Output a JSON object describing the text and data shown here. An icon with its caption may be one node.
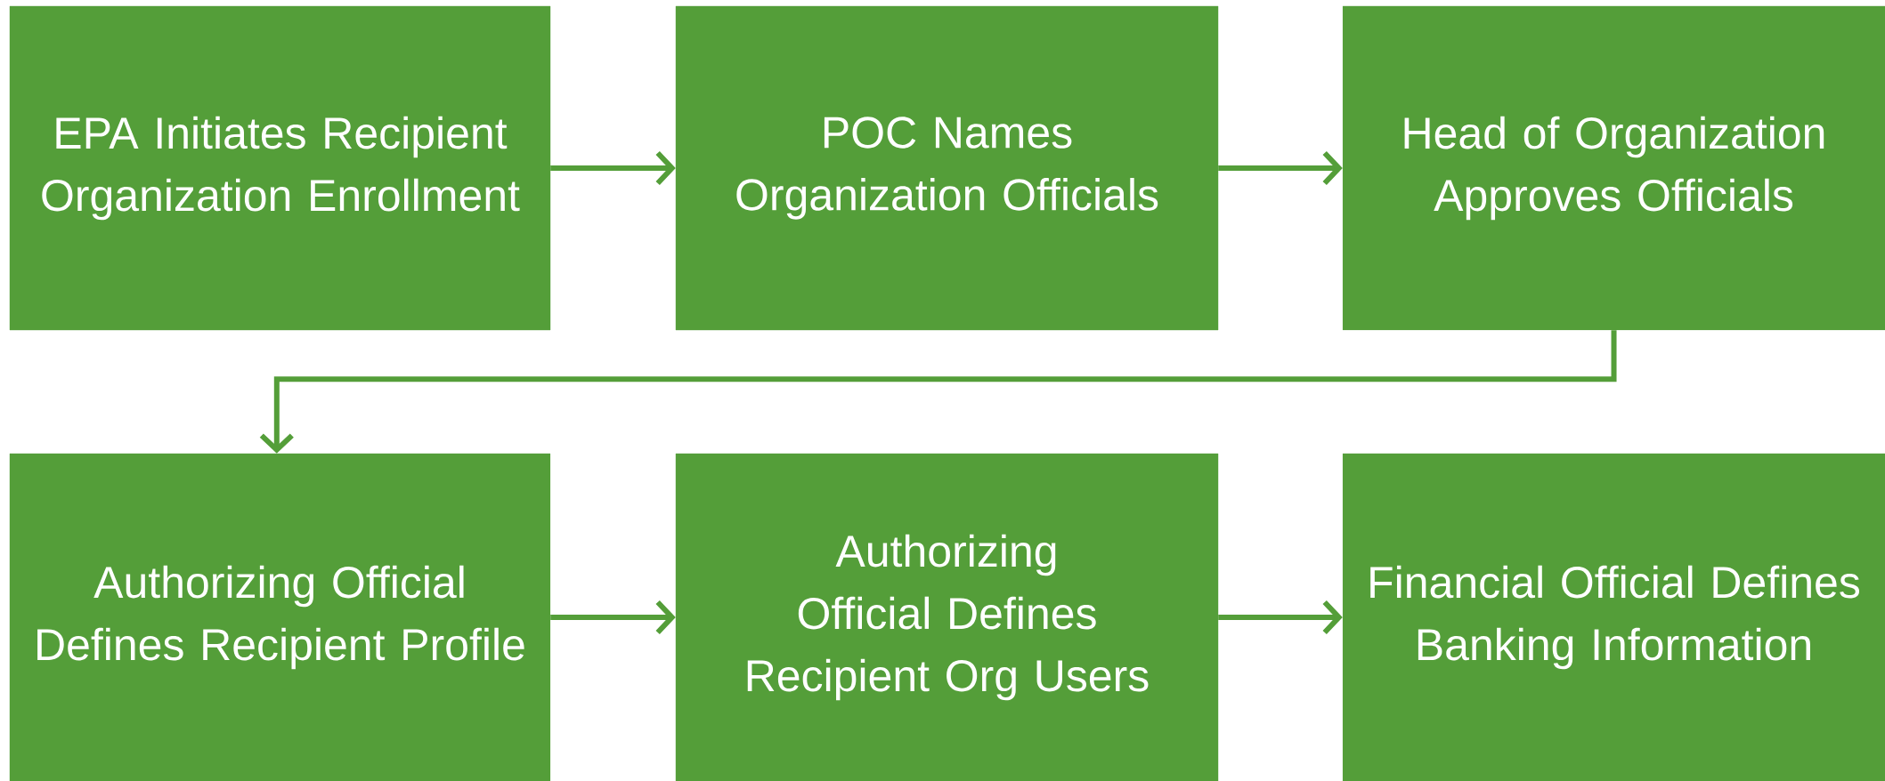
{
  "diagram": {
    "nodes": [
      {
        "text": [
          "EPA Initiates Recipient Organization Enrollment"
        ]
      },
      {
        "text": [
          "POC Names Organization Officials"
        ]
      },
      {
        "text": [
          "Head of Organization Approves Officials"
        ]
      },
      {
        "text": [
          "Authorizing Official Defines Recipient Profile"
        ]
      },
      {
        "text": [
          "Authorizing Official Defines Recipient Org Users"
        ]
      },
      {
        "text": [
          "Financial Official Defines Banking Information"
        ]
      }
    ],
    "edges": [
      {
        "from": 0,
        "to": 1,
        "arrow": "to"
      },
      {
        "from": 1,
        "to": 2,
        "arrow": "to"
      },
      {
        "from": 2,
        "to": 3,
        "arrow": "to"
      },
      {
        "from": 3,
        "to": 4,
        "arrow": "to"
      },
      {
        "from": 4,
        "to": 5,
        "arrow": "to"
      }
    ]
  }
}
